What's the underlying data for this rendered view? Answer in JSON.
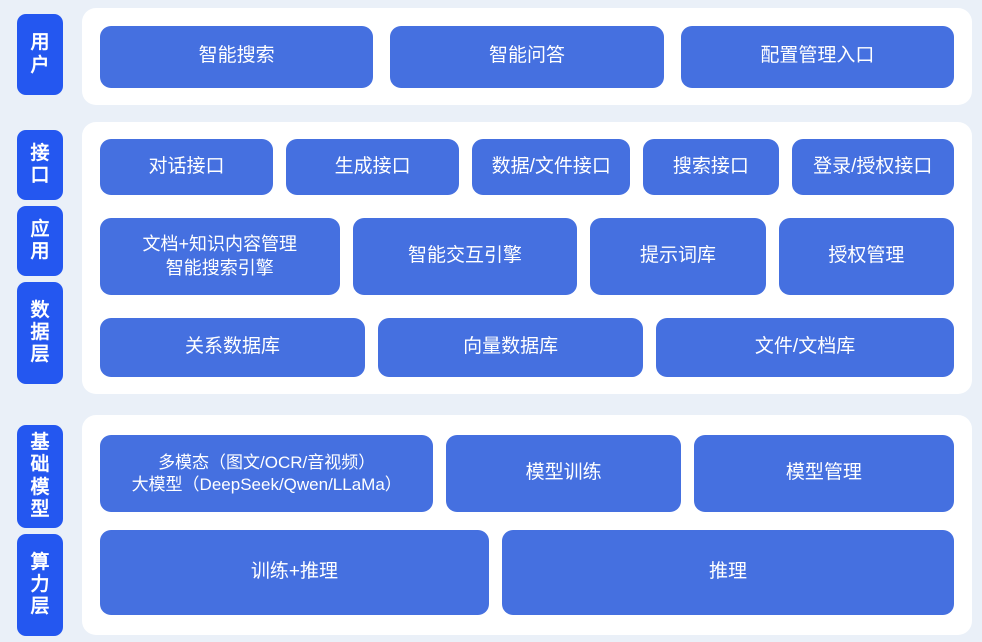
{
  "theme": {
    "page_background": "#eaf0f8",
    "panel_background": "#ffffff",
    "tab_color": "#2457f0",
    "card_color": "#4570e0",
    "card_text_color": "#ffffff"
  },
  "layers": [
    {
      "id": "user",
      "tabs": [
        {
          "label": "用户"
        }
      ],
      "rows": [
        {
          "id": "user-row",
          "cards": [
            {
              "label": "智能搜索"
            },
            {
              "label": "智能问答"
            },
            {
              "label": "配置管理入口"
            }
          ]
        }
      ]
    },
    {
      "id": "platform",
      "tabs": [
        {
          "label": "接口"
        },
        {
          "label": "应用"
        },
        {
          "label": "数据层"
        }
      ],
      "rows": [
        {
          "id": "interface-row",
          "cards": [
            {
              "label": "对话接口"
            },
            {
              "label": "生成接口"
            },
            {
              "label": "数据/文件接口"
            },
            {
              "label": "搜索接口"
            },
            {
              "label": "登录/授权接口"
            }
          ]
        },
        {
          "id": "application-row",
          "cards": [
            {
              "line1": "文档+知识内容管理",
              "line2": "智能搜索引擎"
            },
            {
              "label": "智能交互引擎"
            },
            {
              "label": "提示词库"
            },
            {
              "label": "授权管理"
            }
          ]
        },
        {
          "id": "data-row",
          "cards": [
            {
              "label": "关系数据库"
            },
            {
              "label": "向量数据库"
            },
            {
              "label": "文件/文档库"
            }
          ]
        }
      ]
    },
    {
      "id": "infrastructure",
      "tabs": [
        {
          "label": "基础模型"
        },
        {
          "label": "算力层"
        }
      ],
      "rows": [
        {
          "id": "model-row",
          "cards": [
            {
              "line1": "多模态（图文/OCR/音视频）",
              "line2": "大模型（DeepSeek/Qwen/LLaMa）"
            },
            {
              "label": "模型训练"
            },
            {
              "label": "模型管理"
            }
          ]
        },
        {
          "id": "compute-row",
          "cards": [
            {
              "label": "训练+推理"
            },
            {
              "label": "推理"
            }
          ]
        }
      ]
    }
  ]
}
